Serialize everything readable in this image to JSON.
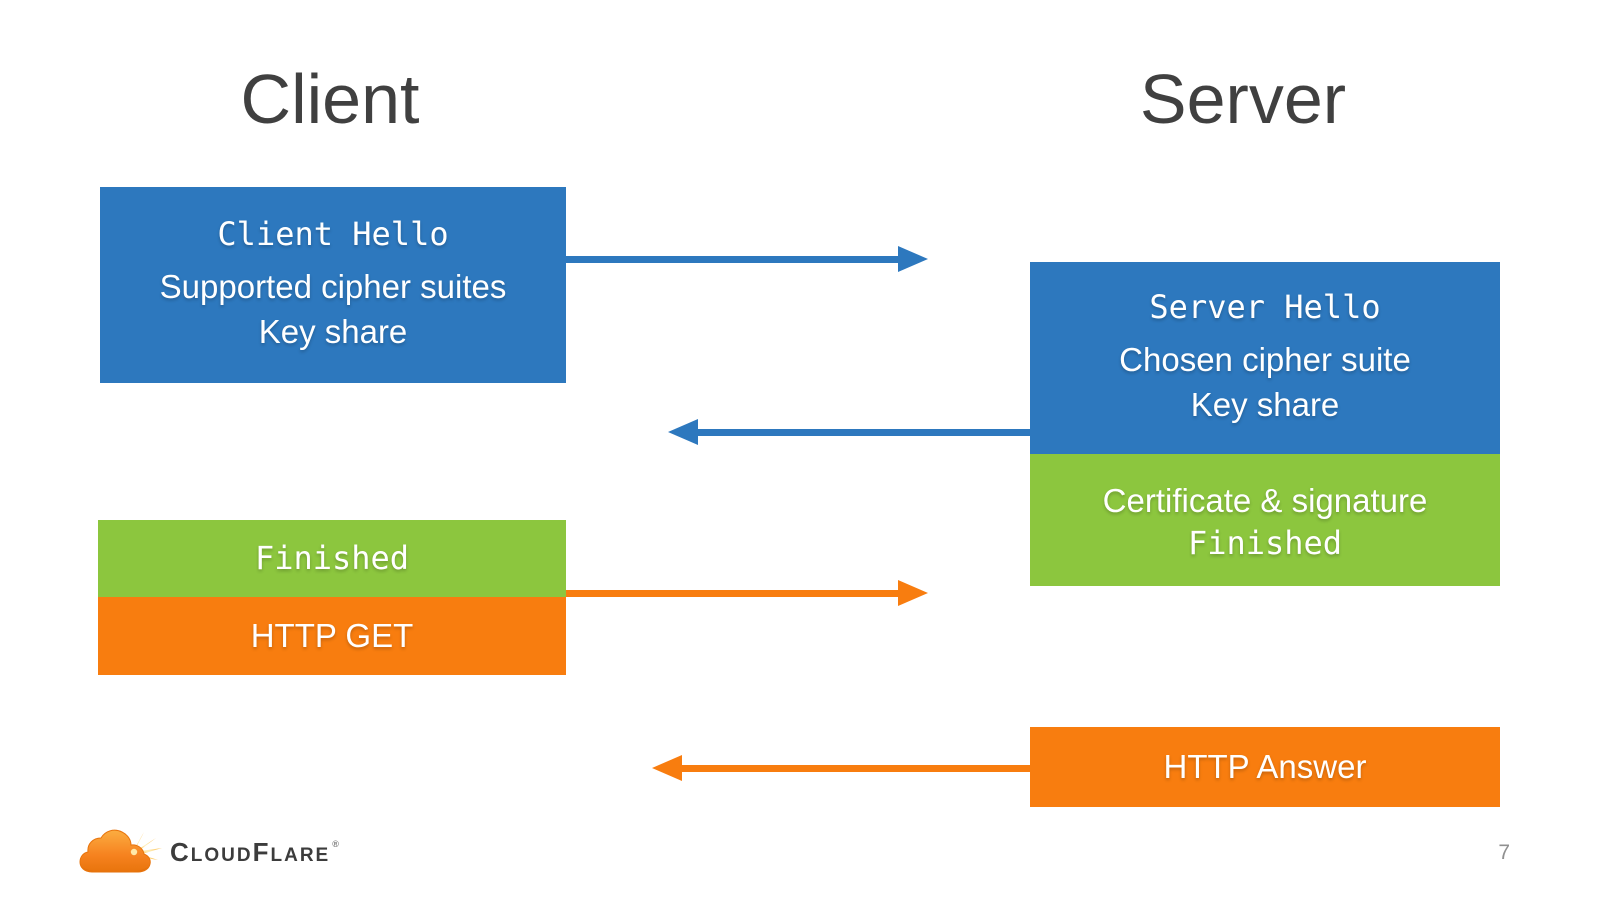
{
  "headers": {
    "client": "Client",
    "server": "Server"
  },
  "boxes": {
    "client_hello": {
      "mono_title": "Client Hello",
      "line1": "Supported cipher suites",
      "line2": "Key share"
    },
    "server_hello": {
      "mono_title": "Server Hello",
      "line1": "Chosen cipher suite",
      "line2": "Key share"
    },
    "server_finish": {
      "line1": "Certificate & signature",
      "mono_line": "Finished"
    },
    "client_finish": {
      "mono_line": "Finished"
    },
    "http_get": {
      "label": "HTTP GET"
    },
    "http_answer": {
      "label": "HTTP Answer"
    }
  },
  "logo": {
    "c": "C",
    "loud": "LOUD",
    "f": "F",
    "lare": "LARE",
    "mark": "®"
  },
  "footer": {
    "page_number": "7"
  },
  "colors": {
    "blue": "#2D78BE",
    "green": "#8CC63E",
    "orange": "#F87D0F",
    "title_gray": "#404040",
    "page_gray": "#909090"
  }
}
